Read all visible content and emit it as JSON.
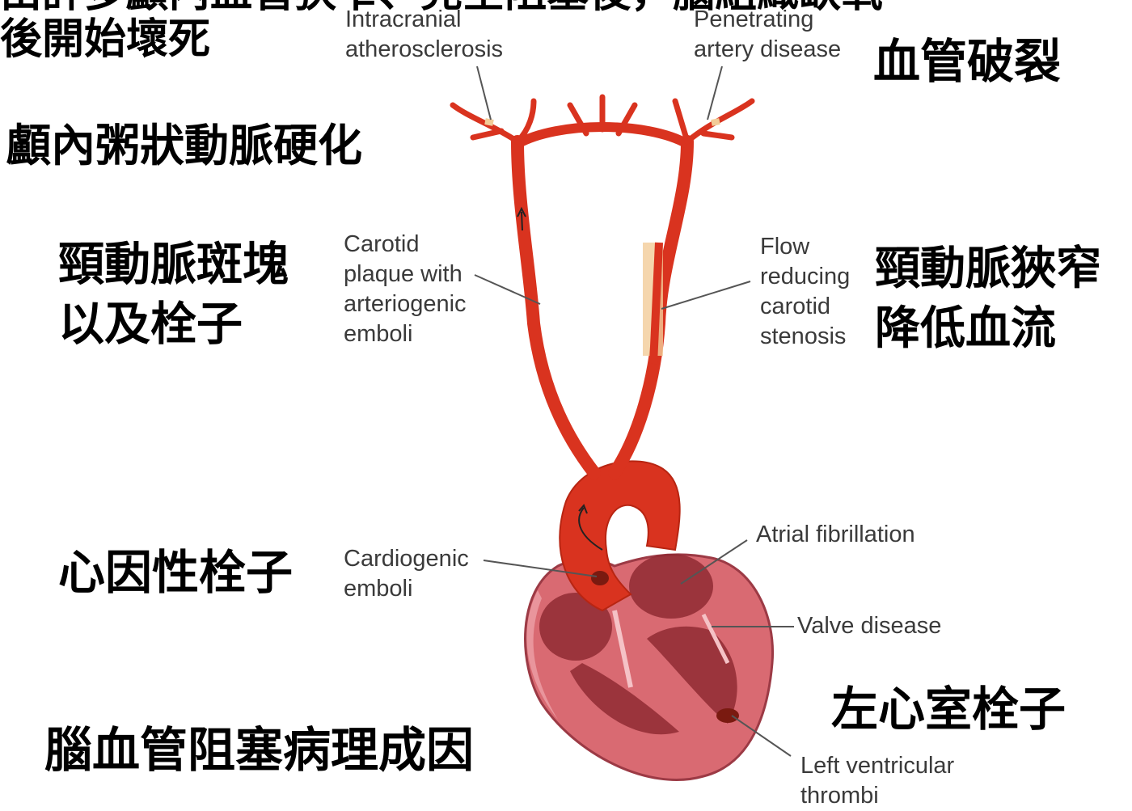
{
  "title": {
    "line1": "由許多顱內血管狹窄、完全阻塞後，腦組織缺氧",
    "line2": "後開始壞死"
  },
  "labels_cn": {
    "intracranial": "顱內粥狀動脈硬化",
    "hemorrhage": "血管破裂",
    "carotid_plaque": [
      "頸動脈斑塊",
      "以及栓子"
    ],
    "carotid_stenosis": [
      "頸動脈狹窄",
      "降低血流"
    ],
    "cardiogenic": "心因性栓子",
    "lv": "左心室栓子",
    "caption": "腦血管阻塞病理成因"
  },
  "labels_en": {
    "intracranial": [
      "Intracranial",
      "atherosclerosis"
    ],
    "penetrating": [
      "Penetrating",
      "artery disease"
    ],
    "carotid_plaque": [
      "Carotid",
      "plaque with",
      "arteriogenic",
      "emboli"
    ],
    "stenosis": [
      "Flow",
      "reducing",
      "carotid",
      "stenosis"
    ],
    "cardiogenic": [
      "Cardiogenic",
      "emboli"
    ],
    "afib": "Atrial fibrillation",
    "valve": "Valve disease",
    "lv": [
      "Left ventricular",
      "thrombi"
    ]
  },
  "colors": {
    "artery": "#d9331f",
    "artery_dark": "#b82512",
    "heart": "#d96a72",
    "heart_dark": "#8f2a33",
    "plaque": "#f2cc98",
    "leader": "#555555"
  }
}
